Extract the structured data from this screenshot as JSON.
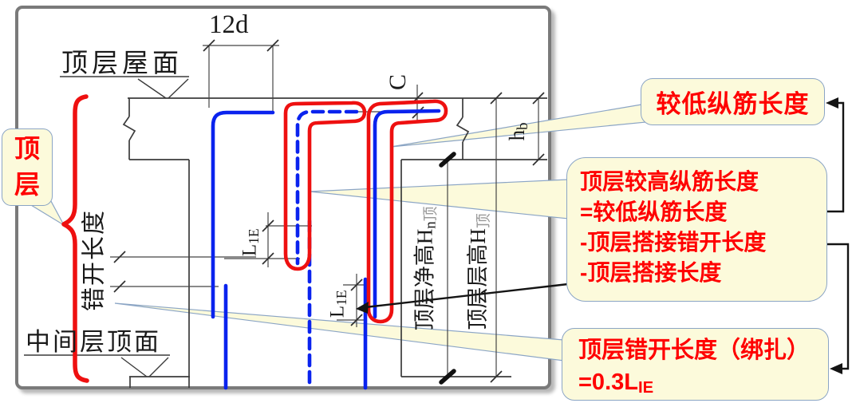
{
  "labels": {
    "roof": "顶层屋面",
    "mid_floor": "中间层顶面",
    "stagger": "错开长度",
    "dim_12d": "12d",
    "dim_c": "C",
    "hb": {
      "main": "h",
      "sub": "b"
    },
    "lap": {
      "main": "L",
      "sub": "1E"
    },
    "clear_height": {
      "main": "顶层净高H",
      "sub_n": "n",
      "sub_top": "顶"
    },
    "storey_height": {
      "main": "顶层层高H",
      "sub_top": "顶"
    }
  },
  "bubble_top_floor": {
    "char1": "顶",
    "char2": "层"
  },
  "callouts": {
    "lower_bar": {
      "text": "较低纵筋长度"
    },
    "higher_bar": {
      "line1": "顶层较高纵筋长度",
      "line2": "=较低纵筋长度",
      "line3": "-顶层搭接错开长度",
      "line4": "-顶层搭接长度"
    },
    "stagger_len": {
      "line1": "顶层错开长度（绑扎）",
      "line2_main": "=0.3L",
      "line2_sub": "IE"
    }
  },
  "colors": {
    "rebar_blue": "#0a23ee",
    "highlight_red": "#ee1010",
    "callout_fill": "#fcfadb",
    "callout_border": "#8ba5c5",
    "callout_text": "#ff0000",
    "line_dark": "#3a3a3a"
  }
}
